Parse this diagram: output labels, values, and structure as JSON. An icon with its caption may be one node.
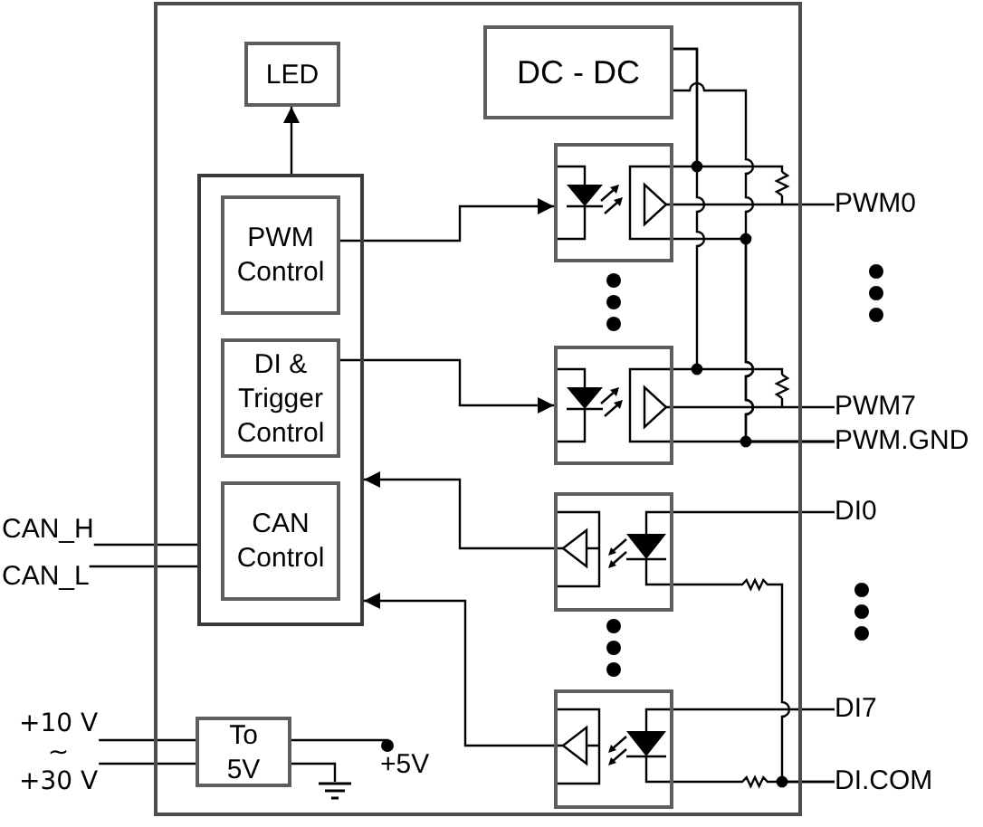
{
  "diagram": {
    "nodes": [
      {
        "text": [],
        "shape": "box"
      },
      {
        "text": [
          "LED"
        ],
        "in": 0
      },
      {
        "text": [
          "DC - DC"
        ],
        "in": 0
      },
      {
        "text": [],
        "shape": "box",
        "in": 0
      },
      {
        "text": [
          "PWM Control"
        ],
        "in": 3
      },
      {
        "text": [
          "DI & Trigger Control"
        ],
        "in": 3
      },
      {
        "text": [
          "CAN Control"
        ],
        "in": 3
      },
      {
        "text": [],
        "shape": "box",
        "in": 0
      },
      {
        "text": [],
        "shape": "box",
        "in": 0
      },
      {
        "text": [],
        "shape": "box",
        "in": 0
      },
      {
        "text": [],
        "shape": "box",
        "in": 0
      },
      {
        "text": [
          "To 5V"
        ],
        "in": 0
      },
      {
        "text": [
          "+5V"
        ],
        "in": 0
      },
      {
        "text": [
          "PWM0"
        ]
      },
      {
        "text": [
          "PWM7"
        ]
      },
      {
        "text": [
          "PWM.GND"
        ]
      },
      {
        "text": [
          "DI0"
        ]
      },
      {
        "text": [
          "DI7"
        ]
      },
      {
        "text": [
          "DI.COM"
        ]
      },
      {
        "text": [
          "CAN_H"
        ]
      },
      {
        "text": [
          "CAN_L"
        ]
      },
      {
        "text": [
          "+10 V ~ +30 V"
        ]
      },
      {
        "text": [],
        "shape": "ground",
        "in": 0
      }
    ],
    "edges": [
      {
        "from": 3,
        "to": 1,
        "arrow": "to"
      },
      {
        "from": 4,
        "to": 7,
        "arrow": "to"
      },
      {
        "from": 5,
        "to": 8,
        "arrow": "to"
      },
      {
        "from": 9,
        "to": 3,
        "arrow": "to"
      },
      {
        "from": 10,
        "to": 3,
        "arrow": "to"
      },
      {
        "from": 19,
        "to": 3,
        "arrow": "none"
      },
      {
        "from": 20,
        "to": 3,
        "arrow": "none"
      },
      {
        "from": 2,
        "to": 7,
        "arrow": "none"
      },
      {
        "from": 2,
        "to": 8,
        "arrow": "none"
      },
      {
        "from": 2,
        "to": 15,
        "arrow": "none"
      },
      {
        "from": 7,
        "to": 15,
        "arrow": "none"
      },
      {
        "from": 8,
        "to": 15,
        "arrow": "none"
      },
      {
        "from": 7,
        "to": 13,
        "arrow": "none"
      },
      {
        "from": 8,
        "to": 14,
        "arrow": "none"
      },
      {
        "from": 16,
        "to": 9,
        "arrow": "none"
      },
      {
        "from": 9,
        "to": 18,
        "arrow": "none"
      },
      {
        "from": 17,
        "to": 10,
        "arrow": "none"
      },
      {
        "from": 10,
        "to": 18,
        "arrow": "none"
      },
      {
        "from": 21,
        "to": 11,
        "arrow": "none"
      },
      {
        "from": 21,
        "to": 11,
        "arrow": "none"
      },
      {
        "from": 11,
        "to": 12,
        "arrow": "other"
      },
      {
        "from": 11,
        "to": 22,
        "arrow": "none"
      }
    ]
  }
}
